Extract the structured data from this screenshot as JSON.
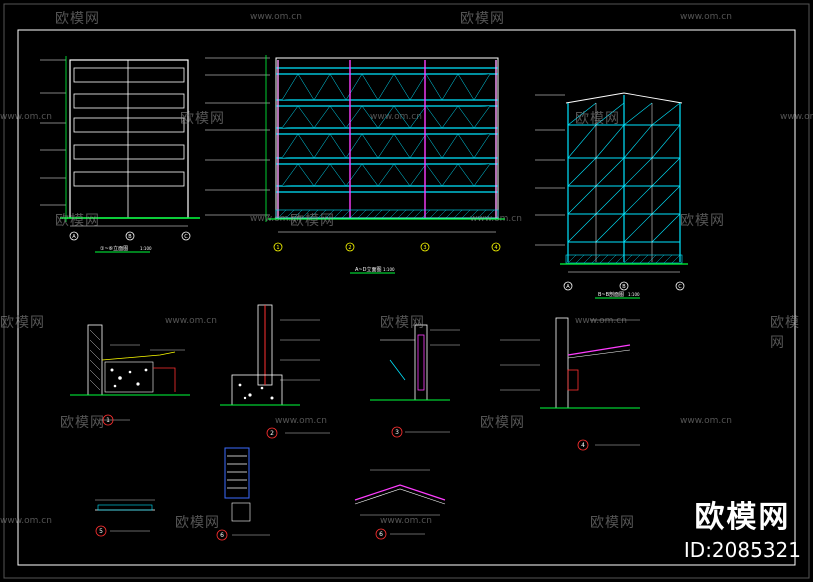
{
  "watermark": {
    "logo_text": "欧模网",
    "url_text": "www.om.cn"
  },
  "brand": {
    "name": "欧模网",
    "id_text": "ID:2085321"
  },
  "drawings": {
    "elev_left_title": "①~⑥立面图",
    "elev_left_scale": "1:100",
    "elev_mid_title": "A~D立面图",
    "elev_mid_scale": "1:100",
    "section_title": "B~B剖面图",
    "section_scale": "1:100",
    "axis_left": [
      "A",
      "B",
      "C"
    ],
    "axis_mid": [
      "1",
      "2",
      "3",
      "4"
    ],
    "axis_right": [
      "A",
      "B",
      "C"
    ],
    "details": [
      "1",
      "2",
      "3",
      "4",
      "5",
      "6",
      "6"
    ]
  },
  "colors": {
    "background": "#000000",
    "white": "#ffffff",
    "cyan": "#00e5ff",
    "green": "#00ff3c",
    "red": "#ff3030",
    "magenta": "#ff3cff",
    "yellow": "#ffff00",
    "blue": "#3b6bff"
  }
}
